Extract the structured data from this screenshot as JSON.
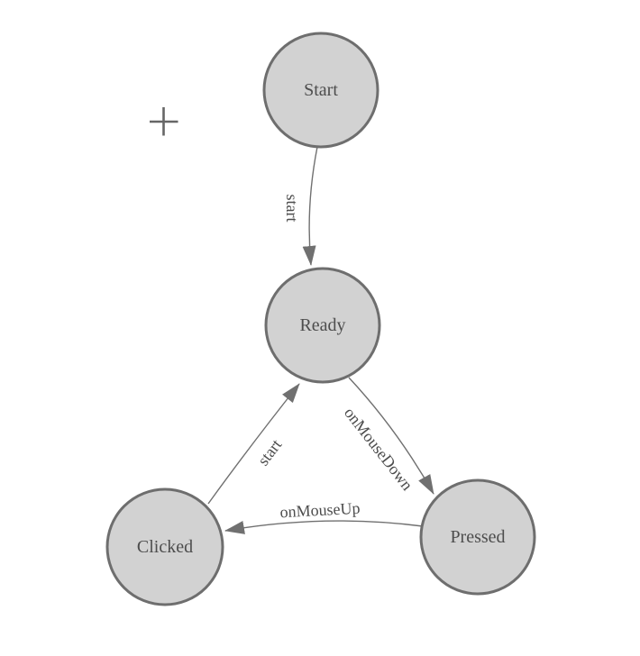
{
  "diagram": {
    "type": "state-diagram",
    "nodes": [
      {
        "id": "start",
        "label": "Start"
      },
      {
        "id": "ready",
        "label": "Ready"
      },
      {
        "id": "clicked",
        "label": "Clicked"
      },
      {
        "id": "pressed",
        "label": "Pressed"
      }
    ],
    "edges": [
      {
        "from": "start",
        "to": "ready",
        "label": "start"
      },
      {
        "from": "clicked",
        "to": "ready",
        "label": "start"
      },
      {
        "from": "ready",
        "to": "pressed",
        "label": "onMouseDown"
      },
      {
        "from": "pressed",
        "to": "clicked",
        "label": "onMouseUp"
      }
    ],
    "colors": {
      "background": "#ffffff",
      "node_fill": "#d2d2d2",
      "node_stroke": "#6e6e6e",
      "edge_stroke": "#707070",
      "label_text": "#4d4d4d",
      "crosshair": "#666666"
    }
  }
}
